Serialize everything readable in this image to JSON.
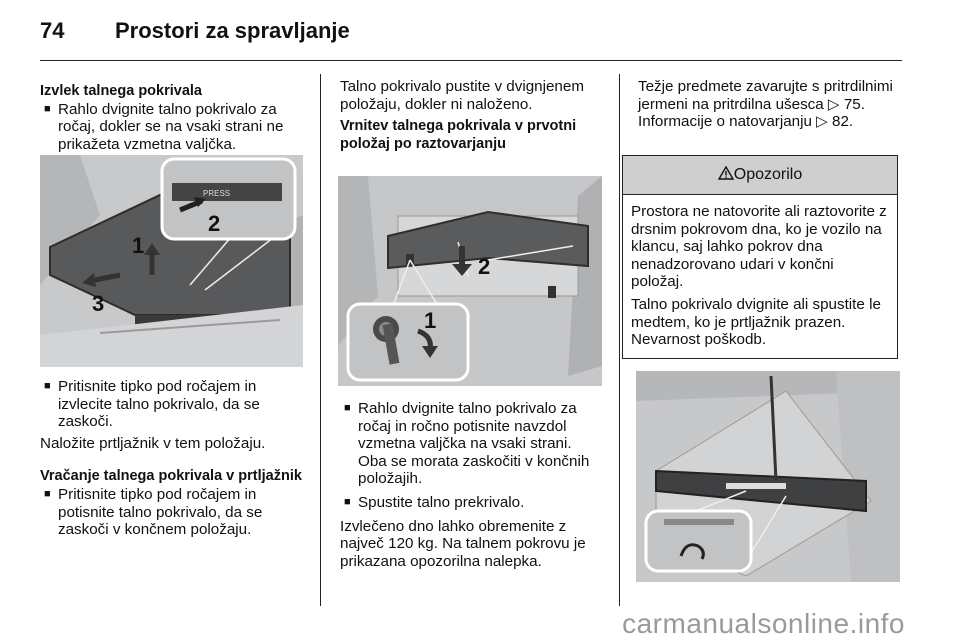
{
  "header": {
    "page_number": "74",
    "title": "Prostori za spravljanje"
  },
  "col1": {
    "heading1": "Izvlek talnega pokrivala",
    "bullet1": "Rahlo dvignite talno pokrivalo za ročaj, dokler se na vsaki strani ne prikažeta vzmetna valjčka.",
    "figure1_labels": [
      "1",
      "2",
      "3"
    ],
    "figure1_press_text": "PRESS",
    "bullet2": "Pritisnite tipko pod ročajem in izvlecite talno pokrivalo, da se zaskoči.",
    "para1": "Naložite prtljažnik v tem položaju.",
    "heading2": "Vračanje talnega pokrivala v prtljažnik",
    "bullet3": "Pritisnite tipko pod ročajem in potisnite talno pokrivalo, da se zaskoči v končnem položaju."
  },
  "col2": {
    "para1": "Talno pokrivalo pustite v dvignjenem položaju, dokler ni naloženo.",
    "heading1": "Vrnitev talnega pokrivala v prvotni položaj po raztovarjanju",
    "figure2_labels": [
      "1",
      "2"
    ],
    "bullet1": "Rahlo dvignite talno pokrivalo za ročaj in ročno potisnite navzdol vzmetna valjčka na vsaki strani. Oba se morata zaskočiti v končnih položajih.",
    "bullet2": "Spustite talno prekrivalo.",
    "para2": "Izvlečeno dno lahko obremenite z največ 120 kg. Na talnem pokrovu je prikazana opozorilna nalepka."
  },
  "col3": {
    "para1": "Težje predmete zavarujte s pritrdilnimi jermeni na pritrdilna ušesca ▷ 75. Informacije o natovarjanju ▷ 82.",
    "warning": {
      "icon": "warning-triangle-icon",
      "title": "Opozorilo",
      "text1": "Prostora ne natovorite ali raztovorite z drsnim pokrovom dna, ko je vozilo na klancu, saj lahko pokrov dna nenadzorovano udari v končni položaj.",
      "text2": "Talno pokrivalo dvignite ali spustite le medtem, ko je prtljažnik prazen. Nevarnost poškodb."
    }
  },
  "footer": {
    "watermark": "carmanualsonline.info"
  }
}
